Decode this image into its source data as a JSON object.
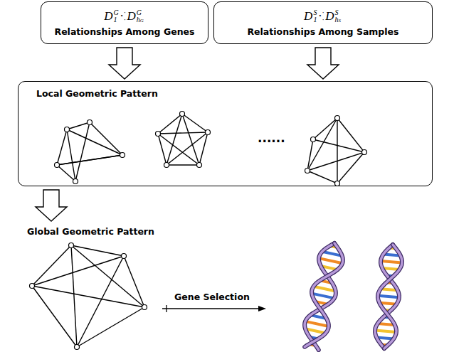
{
  "diagram": {
    "nodes": [
      {
        "text": [
          "D1G ··· DhGG",
          "Relationships Among Genes"
        ]
      },
      {
        "text": [
          "D1S ··· DhSS",
          "Relationships Among Samples"
        ]
      },
      {
        "text": [
          "Local Geometric Pattern"
        ]
      },
      {
        "text": [
          "Global Geometric Pattern"
        ]
      }
    ],
    "edges": [
      {
        "from": 0,
        "to": 2,
        "arrow": "to"
      },
      {
        "from": 1,
        "to": 2,
        "arrow": "to"
      },
      {
        "from": 2,
        "to": 3,
        "arrow": "to"
      }
    ],
    "labels": [
      "......",
      "Gene Selection"
    ]
  }
}
